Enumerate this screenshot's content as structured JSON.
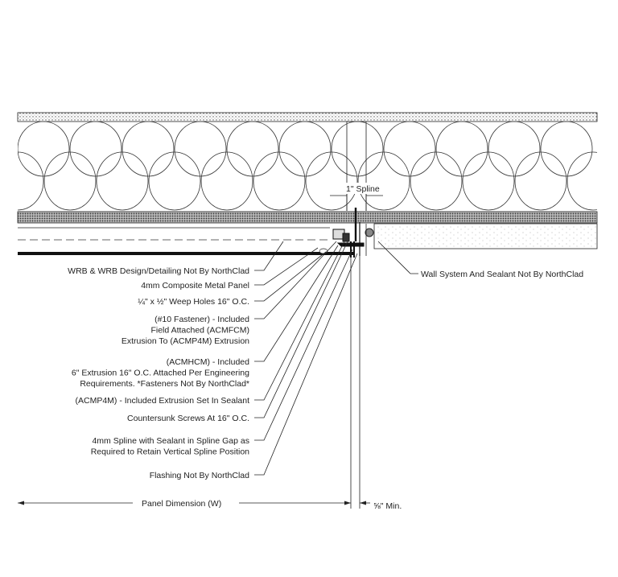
{
  "dimension_labels": {
    "spline_width": "1\" Spline",
    "panel_dimension": "Panel Dimension (W)",
    "min_gap": "⅝\" Min."
  },
  "right_callout": "Wall System And Sealant Not By NorthClad",
  "callouts": [
    {
      "lines": [
        "WRB & WRB Design/Detailing Not By NorthClad"
      ]
    },
    {
      "lines": [
        "4mm Composite Metal Panel"
      ]
    },
    {
      "lines": [
        "¼\" x ½\" Weep Holes 16\" O.C."
      ]
    },
    {
      "lines": [
        "(#10 Fastener) - Included",
        "Field Attached (ACMFCM)",
        "Extrusion To (ACMP4M) Extrusion"
      ]
    },
    {
      "lines": [
        "(ACMHCM) - Included",
        "6\" Extrusion 16\" O.C. Attached Per Engineering",
        "Requirements. *Fasteners Not By NorthClad*"
      ]
    },
    {
      "lines": [
        "(ACMP4M) - Included Extrusion Set In Sealant"
      ]
    },
    {
      "lines": [
        "Countersunk Screws At 16\" O.C."
      ]
    },
    {
      "lines": [
        "4mm Spline with Sealant in Spline Gap as",
        "Required to Retain Vertical Spline Position"
      ]
    },
    {
      "lines": [
        "Flashing Not By NorthClad"
      ]
    }
  ]
}
